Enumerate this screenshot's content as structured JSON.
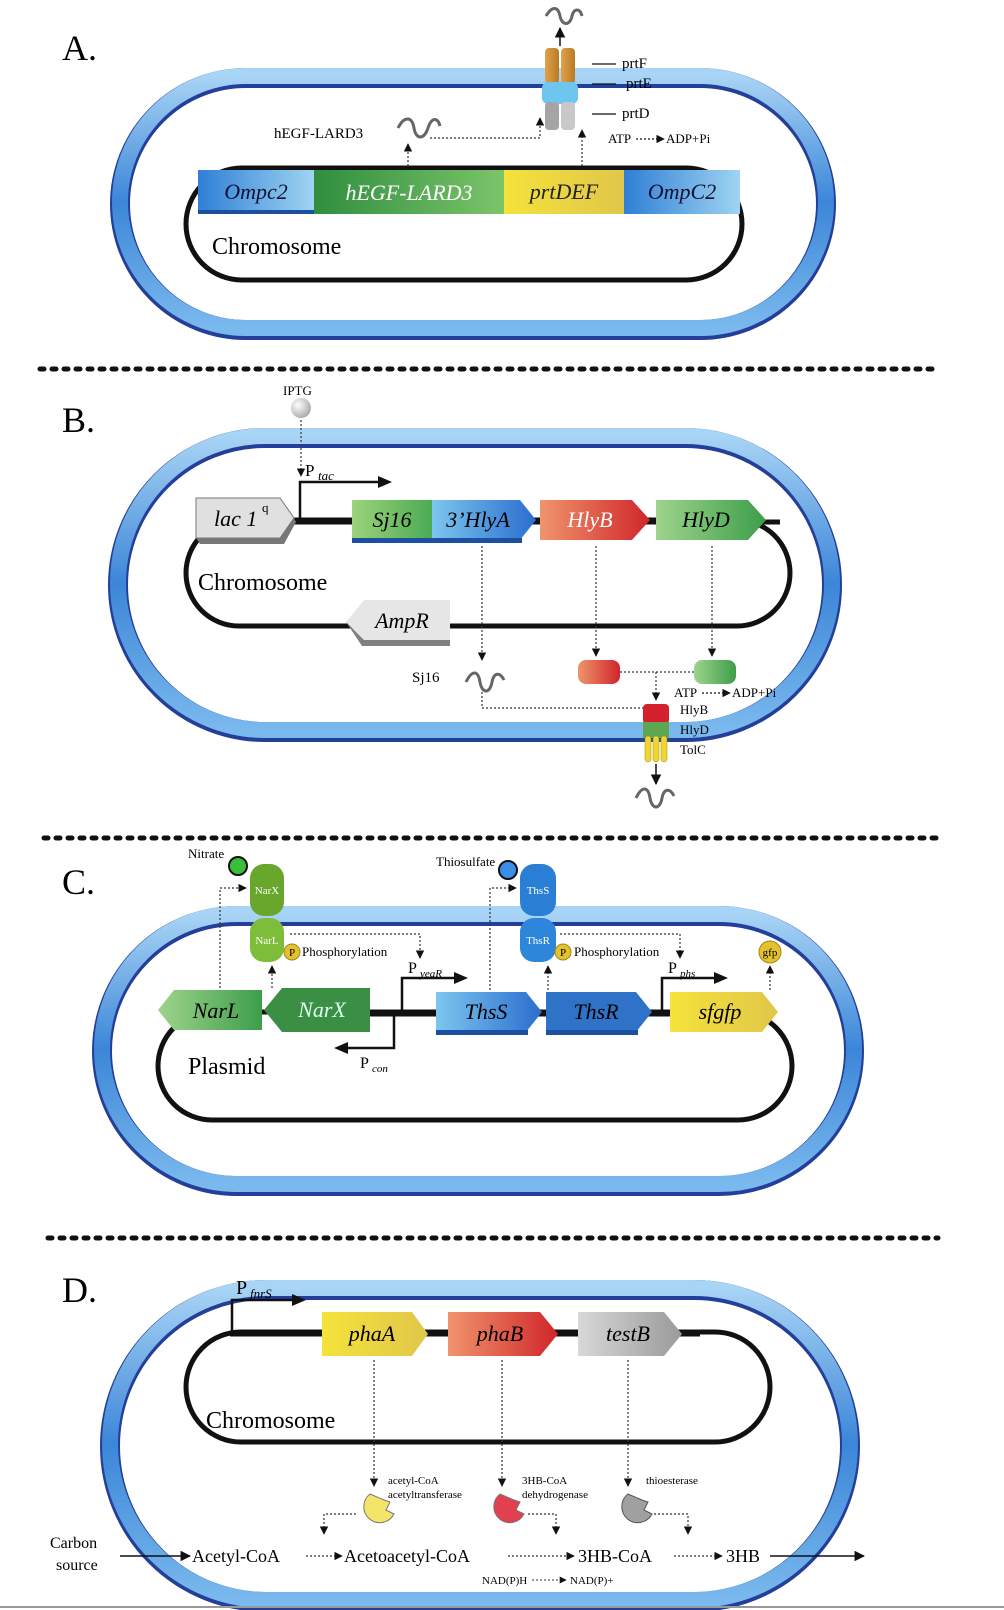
{
  "panels": {
    "a": {
      "letter": "A.",
      "genes": [
        "Ompc2",
        "hEGF-LARD3",
        "prtDEF",
        "OmpC2"
      ],
      "dna_label": "Chromosome",
      "product_label": "hEGF-LARD3",
      "transporter_labels": [
        "prtF",
        "prtE",
        "prtD"
      ],
      "atp": "ATP",
      "adp": "ADP+Pi"
    },
    "b": {
      "letter": "B.",
      "inducer": "IPTG",
      "promoter_main": "P",
      "promoter_sub": "tac",
      "lac_main": "lac 1",
      "lac_sup": "q",
      "genes": [
        "Sj16",
        "3’HlyA",
        "HlyB",
        "HlyD"
      ],
      "ampr": "AmpR",
      "dna_label": "Chromosome",
      "product_label": "Sj16",
      "atp": "ATP",
      "adp": "ADP+Pi",
      "transporter_labels": [
        "HlyB",
        "HlyD",
        "TolC"
      ]
    },
    "c": {
      "letter": "C.",
      "nitrate": "Nitrate",
      "thiosulfate": "Thiosulfate",
      "receptor1_top": "NarX",
      "receptor1_bottom": "NarL",
      "receptor2_top": "ThsS",
      "receptor2_bottom": "ThsR",
      "p_badge": "P",
      "phosphorylation": "Phosphorylation",
      "genes": [
        "NarL",
        "NarX",
        "ThsS",
        "ThsR",
        "sfgfp"
      ],
      "promoters": [
        {
          "main": "P",
          "sub": "yeaR"
        },
        {
          "main": "P",
          "sub": "con"
        },
        {
          "main": "P",
          "sub": "phs"
        }
      ],
      "gfp": "gfp",
      "dna_label": "Plasmid"
    },
    "d": {
      "letter": "D.",
      "promoter_main": "P",
      "promoter_sub": "fnrS",
      "genes": [
        "phaA",
        "phaB",
        "testB"
      ],
      "dna_label": "Chromosome",
      "enzymes": [
        {
          "line1": "acetyl-CoA",
          "line2": "acetyltransferase"
        },
        {
          "line1": "3HB-CoA",
          "line2": "dehydrogenase"
        },
        {
          "line1": "thioesterase",
          "line2": ""
        }
      ],
      "carbon_line1": "Carbon",
      "carbon_line2": "source",
      "metabolites": [
        "Acetyl-CoA",
        "Acetoacetyl-CoA",
        "3HB-CoA",
        "3HB"
      ],
      "nadph": "NAD(P)H",
      "nadp": "NAD(P)+"
    }
  },
  "colors": {
    "membrane": "#3d7fd4",
    "membrane_dark": "#233f9a",
    "dna": "#111111"
  }
}
